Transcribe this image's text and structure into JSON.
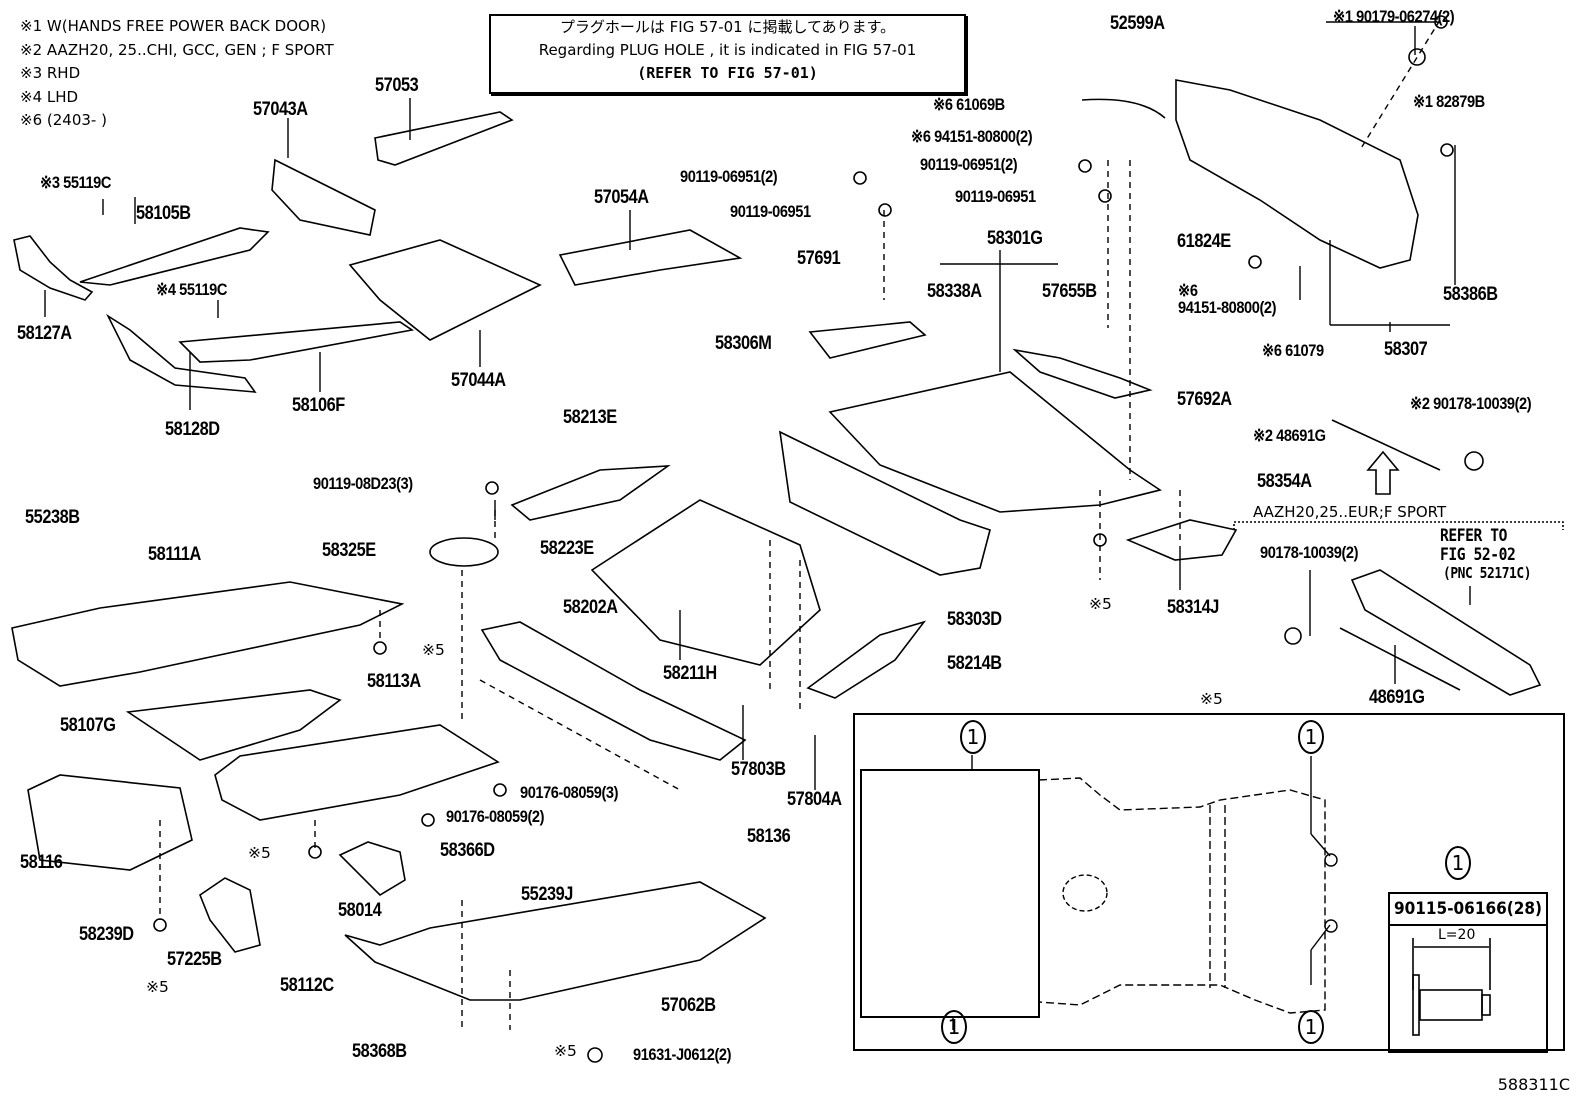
{
  "legend": [
    "※1 W(HANDS FREE POWER BACK DOOR)",
    "※2 AAZH20, 25..CHI, GCC, GEN ; F SPORT",
    "※3 RHD",
    "※4 LHD",
    "※6 (2403-      )"
  ],
  "plug_hole_note": {
    "japanese": "プラグホールは FIG 57-01 に掲載してあります。",
    "english": "Regarding  PLUG  HOLE , it is indicated in FIG  57-01",
    "reference": "(REFER TO FIG 57-01)"
  },
  "parts": {
    "p57053": "57053",
    "p57043A": "57043A",
    "p55119C_rhd": "※3 55119C",
    "p58105B": "58105B",
    "p57054A": "57054A",
    "p58127A": "58127A",
    "p55119C_lhd": "※4 55119C",
    "p58106F": "58106F",
    "p57044A": "57044A",
    "p58128D": "58128D",
    "p52599A": "52599A",
    "p90179_06274": "※1 90179-06274(2)",
    "p82879B": "※1 82879B",
    "p61069B": "※6 61069B",
    "p94151_80800_a": "※6 94151-80800(2)",
    "p90119_06951_2a": "90119-06951(2)",
    "p90119_06951_2b": "90119-06951(2)",
    "p90119_06951_a": "90119-06951",
    "p90119_06951_b": "90119-06951",
    "p61824E": "61824E",
    "p57691": "57691",
    "p58301G": "58301G",
    "p58338A": "58338A",
    "p57655B": "57655B",
    "p94151_80800_b_note": "※6",
    "p94151_80800_b": "94151-80800(2)",
    "p58386B": "58386B",
    "p61079": "※6 61079",
    "p58307": "58307",
    "p58306M": "58306M",
    "p57692A": "57692A",
    "p90178_10039_a": "※2 90178-10039(2)",
    "p48691G_a": "※2 48691G",
    "p58213E": "58213E",
    "p90119_08D23": "90119-08D23(3)",
    "p58354A": "58354A",
    "p55238B": "55238B",
    "p58111A": "58111A",
    "p58325E": "58325E",
    "p58223E": "58223E",
    "p58303D": "58303D",
    "p58314J": "58314J",
    "p90178_10039_b": "90178-10039(2)",
    "p58202A": "58202A",
    "p58211H": "58211H",
    "p58214B": "58214B",
    "p48691G_b": "48691G",
    "p58113A": "58113A",
    "p58107G": "58107G",
    "p57803B": "57803B",
    "p57804A": "57804A",
    "p90176_08059_3": "90176-08059(3)",
    "p90176_08059_2": "90176-08059(2)",
    "p58116": "58116",
    "p58136": "58136",
    "p58366D": "58366D",
    "p58014": "58014",
    "p55239J": "55239J",
    "p58239D": "58239D",
    "p57225B": "57225B",
    "p58112C": "58112C",
    "p57062B": "57062B",
    "p58368B": "58368B",
    "p91631_J0612": "91631-J0612(2)"
  },
  "notes": {
    "star5": "※5",
    "eur_variant": "AAZH20,25..EUR;F SPORT",
    "refer_to": "REFER TO",
    "refer_fig": "FIG 52-02",
    "refer_pnc": "(PNC 52171C)"
  },
  "inset": {
    "title": "※5",
    "callout": "1",
    "fastener_part": "90115-06166(28)",
    "fastener_length": "L=20"
  },
  "figure_number": "588311C"
}
